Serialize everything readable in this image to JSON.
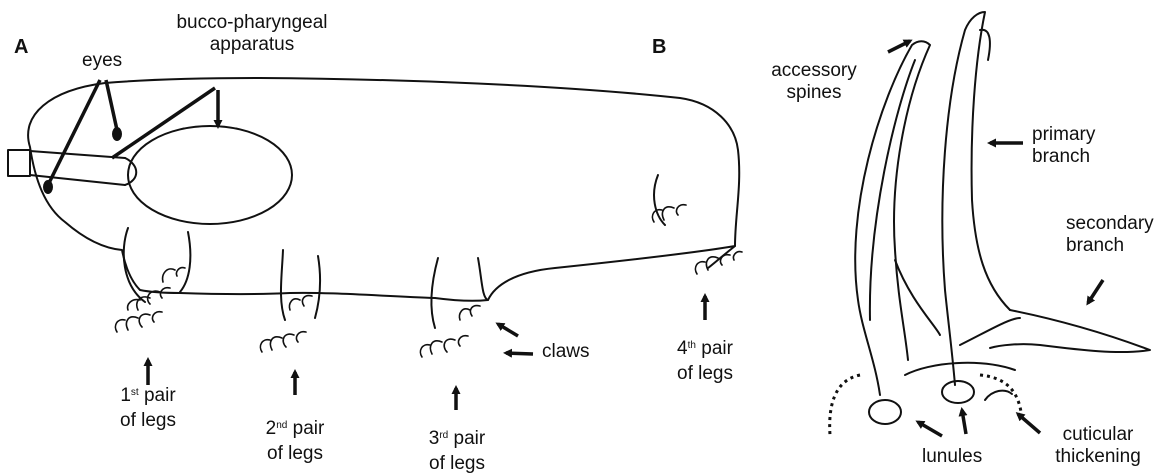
{
  "panels": {
    "a": "A",
    "b": "B"
  },
  "labels": {
    "eyes": "eyes",
    "bucco_1": "bucco-pharyngeal",
    "bucco_2": "apparatus",
    "claws": "claws",
    "pair_of_legs": "pair",
    "of_legs": "of legs",
    "ord_1": "1",
    "sup_1": "st",
    "ord_2": "2",
    "sup_2": "nd",
    "ord_3": "3",
    "sup_3": "rd",
    "ord_4": "4",
    "sup_4": "th",
    "accessory_1": "accessory",
    "accessory_2": "spines",
    "primary_1": "primary",
    "primary_2": "branch",
    "secondary_1": "secondary",
    "secondary_2": "branch",
    "lunules": "lunules",
    "cuticular_1": "cuticular",
    "cuticular_2": "thickening"
  }
}
